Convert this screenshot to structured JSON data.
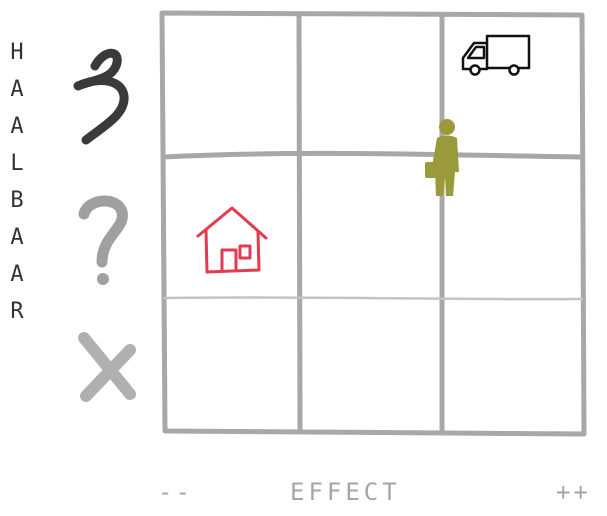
{
  "vertical_label": [
    "H",
    "A",
    "A",
    "L",
    "B",
    "A",
    "A",
    "R"
  ],
  "row_markers": [
    "checkmark-scribble",
    "question-mark",
    "x-mark"
  ],
  "x_axis": {
    "low": "--",
    "title": "EFFECT",
    "high": "++"
  },
  "grid": {
    "rows": 3,
    "cols": 3
  },
  "items": [
    {
      "name": "house-icon",
      "row": 2,
      "col": 1,
      "color": "#e23a50"
    },
    {
      "name": "person-icon",
      "row": 1,
      "col": 2,
      "color": "#9a9a3b"
    },
    {
      "name": "truck-icon",
      "row": 1,
      "col": 3,
      "color": "#111111"
    }
  ],
  "colors": {
    "grid": "#a8a8a8",
    "label": "#333333",
    "axis": "#a6a6a6",
    "check": "#3a3a3a",
    "question": "#a0a0a0",
    "x": "#b0b0b0"
  }
}
